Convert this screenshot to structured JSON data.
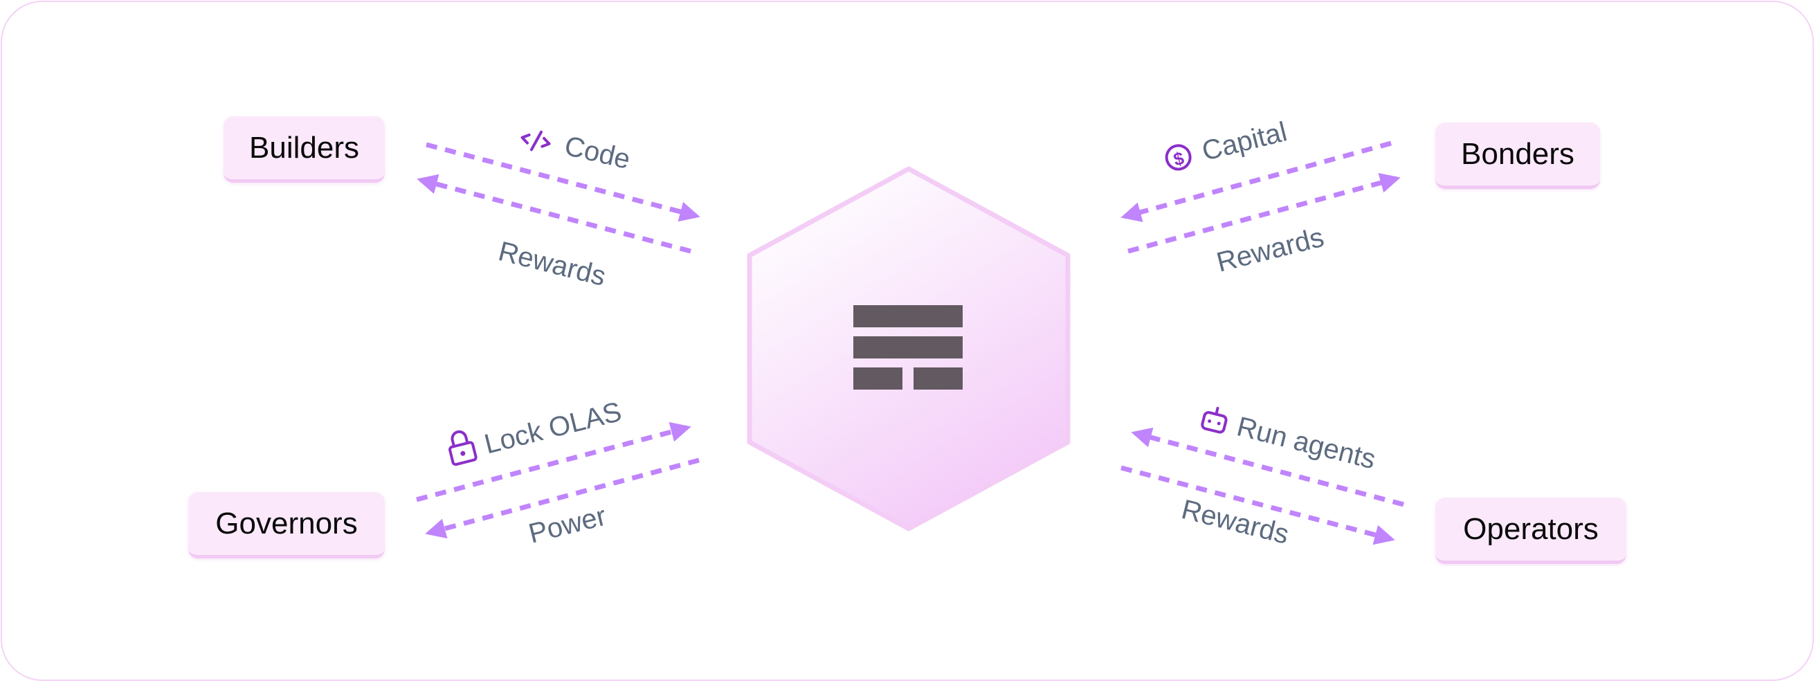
{
  "colors": {
    "accent": "#c084fc",
    "icon": "#8b2fc9",
    "label_text": "#5d6b80",
    "node_background": "#fbe9fb",
    "hexagon_fill_top": "#ffffff",
    "hexagon_fill_bottom": "#f3c8f8",
    "hexagon_stroke": "#f3cdf6",
    "logo_color": "#625961"
  },
  "center": {
    "logo_icon": "olas-logo-icon"
  },
  "actors": {
    "builders": {
      "label": "Builders"
    },
    "bonders": {
      "label": "Bonders"
    },
    "governors": {
      "label": "Governors"
    },
    "operators": {
      "label": "Operators"
    }
  },
  "flows": {
    "builders_in": {
      "label": "Code",
      "icon": "code-icon"
    },
    "builders_out": {
      "label": "Rewards"
    },
    "bonders_in": {
      "label": "Capital",
      "icon": "dollar-coin-icon"
    },
    "bonders_out": {
      "label": "Rewards"
    },
    "governors_in": {
      "label": "Lock OLAS",
      "icon": "lock-icon"
    },
    "governors_out": {
      "label": "Power"
    },
    "operators_in": {
      "label": "Run agents",
      "icon": "robot-icon"
    },
    "operators_out": {
      "label": "Rewards"
    }
  }
}
